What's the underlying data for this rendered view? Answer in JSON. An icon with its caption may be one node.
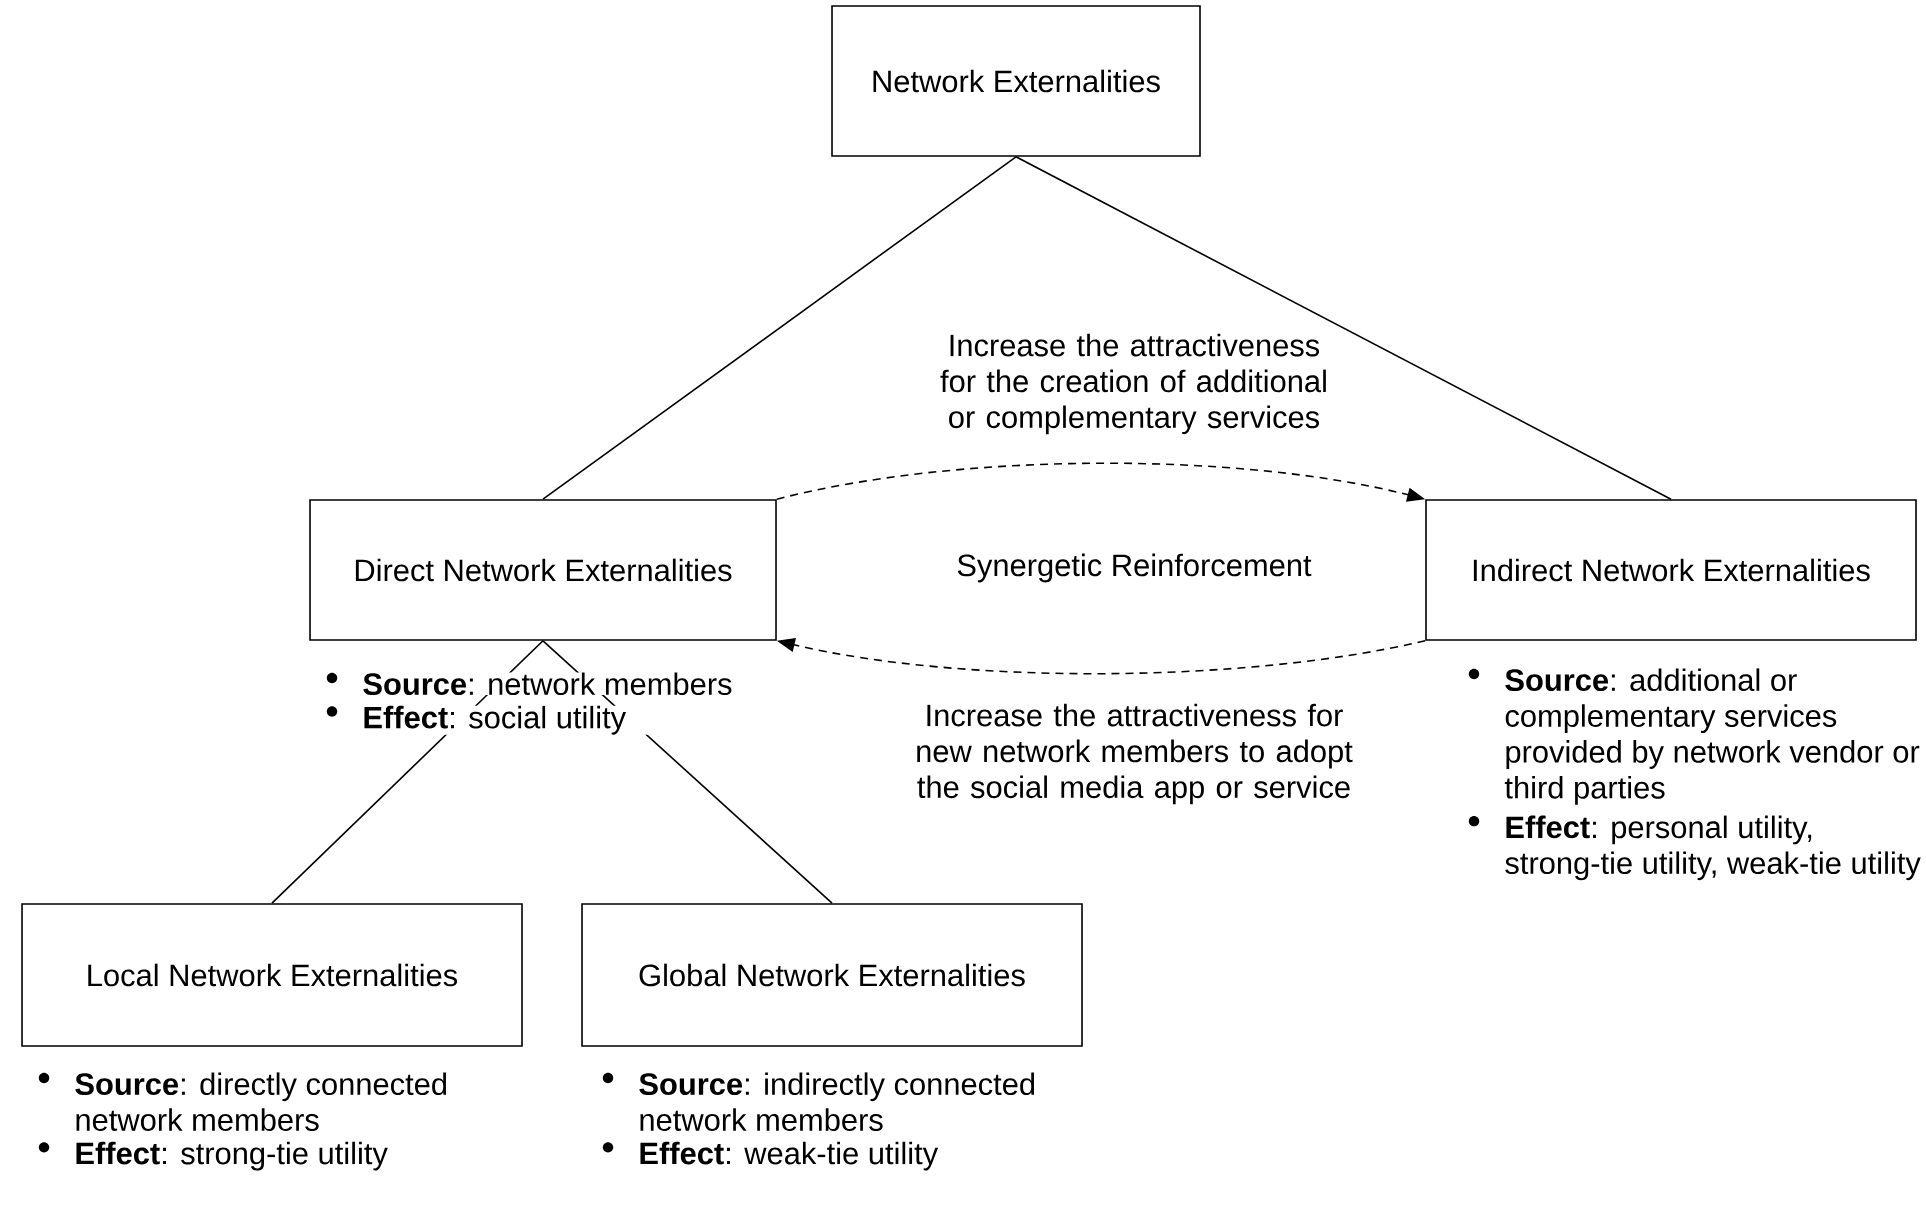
{
  "diagram": {
    "nodes": [
      {
        "text": [
          "Network Externalities"
        ]
      },
      {
        "text": [
          "Direct Network Externalities"
        ],
        "beside": [
          "**Source**: network members",
          "**Effect**: social utility"
        ]
      },
      {
        "text": [
          "Indirect Network Externalities"
        ],
        "beside": [
          "**Source**: additional or complementary services provided by network vendor or third parties",
          "**Effect**: personal utility, strong-tie utility, weak-tie utility"
        ]
      },
      {
        "text": [
          "Local Network Externalities"
        ],
        "beside": [
          "**Source**: directly connected network members",
          "**Effect**: strong-tie utility"
        ]
      },
      {
        "text": [
          "Global Network Externalities"
        ],
        "beside": [
          "**Source**: indirectly connected network members",
          "**Effect**: weak-tie utility"
        ]
      }
    ],
    "edges": [
      {
        "from": 0,
        "to": 1,
        "arrow": "none"
      },
      {
        "from": 0,
        "to": 2,
        "arrow": "none"
      },
      {
        "from": 1,
        "to": 3,
        "arrow": "none"
      },
      {
        "from": 1,
        "to": 4,
        "arrow": "none"
      },
      {
        "from": 1,
        "to": 2,
        "arrow": "to",
        "style": "dashed",
        "label": "Increase the attractiveness for the creation of additional or complementary services"
      },
      {
        "from": 2,
        "to": 1,
        "arrow": "to",
        "style": "dashed",
        "label": "Increase the attractiveness for new network members to adopt the social media app or service"
      }
    ],
    "labels": [
      "Synergetic Reinforcement"
    ]
  }
}
